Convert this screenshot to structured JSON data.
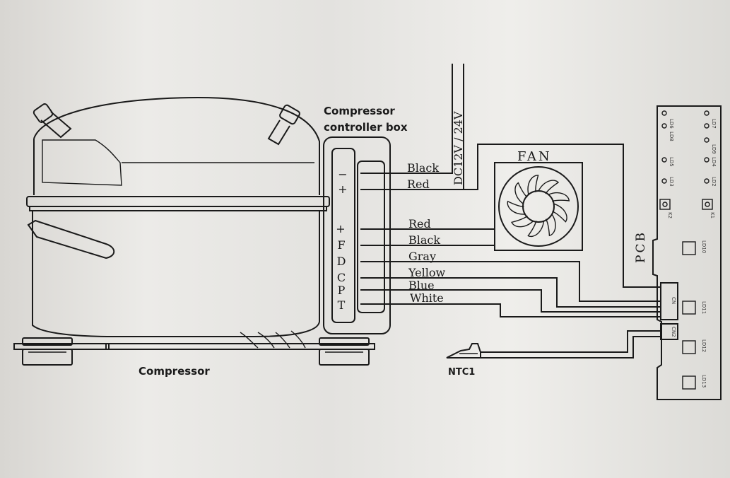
{
  "labels": {
    "controller_box": [
      "Compressor",
      "controller box"
    ],
    "compressor": "Compressor",
    "fan": "FAN",
    "pcb": "PCB",
    "ntc": "NTC1",
    "power": "DC12V / 24V"
  },
  "terminals": {
    "left": [
      "−",
      "+",
      "+",
      "F",
      "D",
      "C",
      "P",
      "T"
    ]
  },
  "wires": {
    "power": [
      "Black",
      "Red"
    ],
    "fan": [
      "Red",
      "Black"
    ],
    "pcb": [
      "Gray",
      "Yellow",
      "Blue",
      "White"
    ]
  },
  "pcb": {
    "led_labels": [
      "LD6",
      "LD7",
      "LD8",
      "LD9",
      "LD5",
      "LD4",
      "LD3",
      "LD2"
    ],
    "keys": [
      "K2",
      "K1"
    ],
    "chips": [
      "LD10",
      "LD11",
      "LD12",
      "LD13"
    ],
    "connectors": [
      "CN",
      "CN2"
    ]
  },
  "colors": {
    "ink": "#1a1a1a",
    "paper": "#e8e7e4"
  }
}
